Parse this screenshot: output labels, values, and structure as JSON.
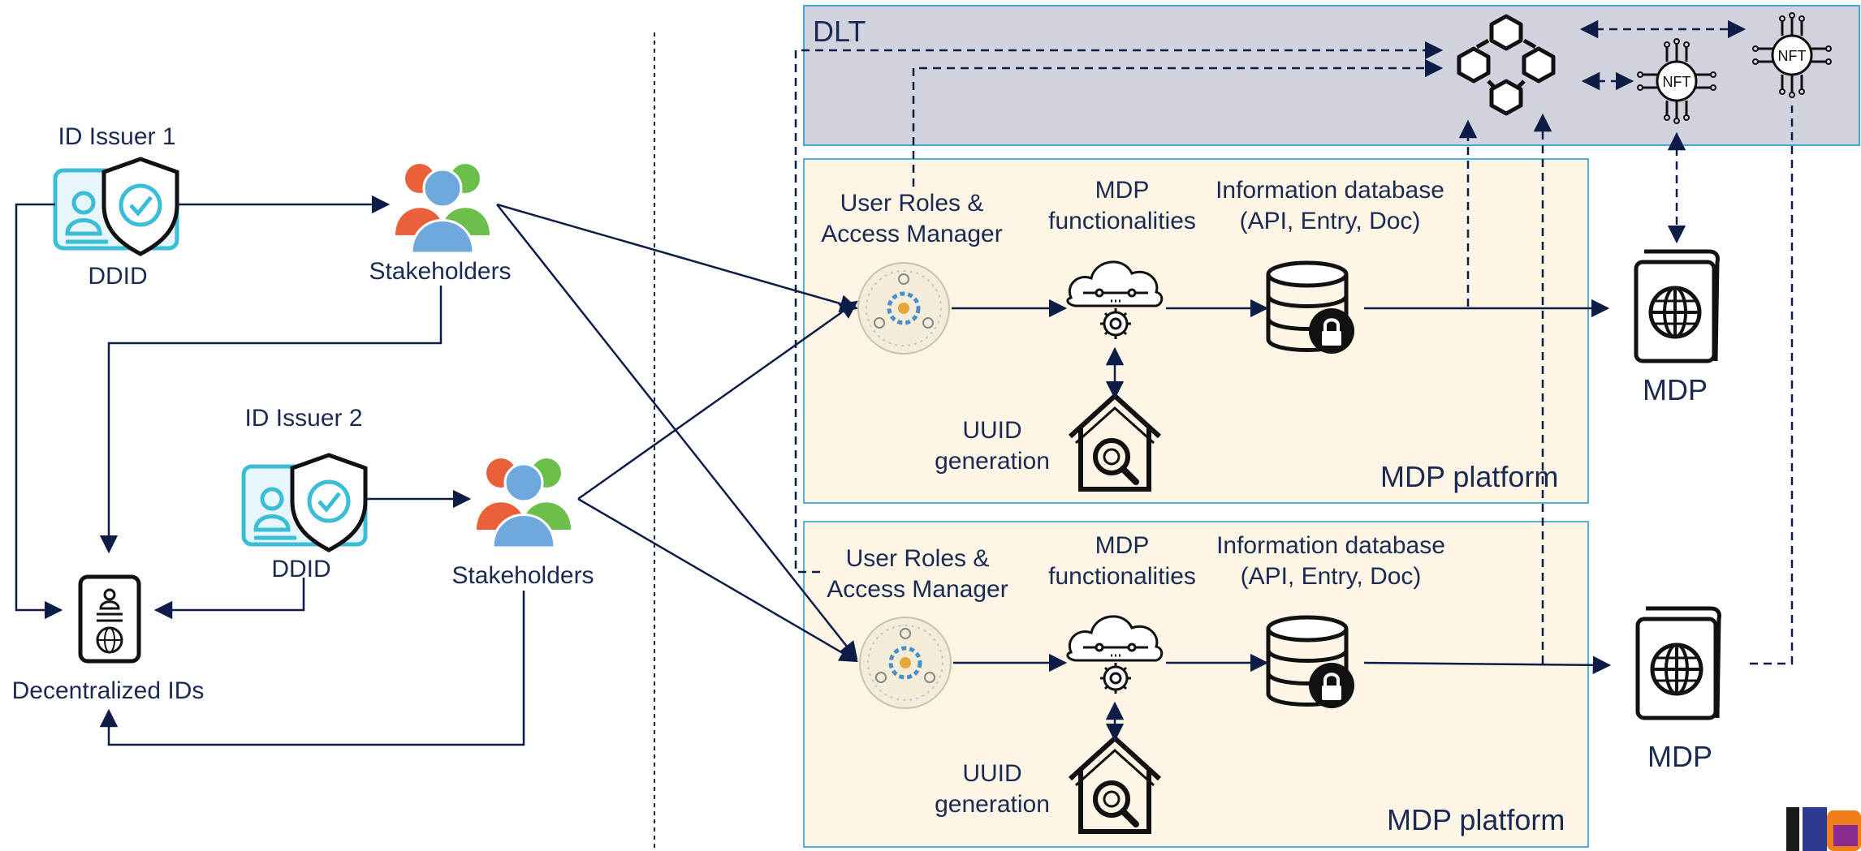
{
  "dlt_label": "DLT",
  "left": {
    "issuer1": {
      "title": "ID Issuer 1",
      "caption": "DDID"
    },
    "issuer2": {
      "title": "ID Issuer 2",
      "caption": "DDID"
    },
    "stakeholders1": "Stakeholders",
    "stakeholders2": "Stakeholders",
    "decentralized": "Decentralized IDs"
  },
  "platforms": [
    {
      "roles": [
        "User Roles &",
        "Access Manager"
      ],
      "functionalities": [
        "MDP",
        "functionalities"
      ],
      "database": [
        "Information database",
        "(API, Entry, Doc)"
      ],
      "uuid": [
        "UUID",
        "generation"
      ],
      "name": "MDP platform"
    },
    {
      "roles": [
        "User Roles &",
        "Access Manager"
      ],
      "functionalities": [
        "MDP",
        "functionalities"
      ],
      "database": [
        "Information database",
        "(API, Entry, Doc)"
      ],
      "uuid": [
        "UUID",
        "generation"
      ],
      "name": "MDP platform"
    }
  ],
  "mdp": [
    "MDP",
    "MDP"
  ],
  "nft_labels": [
    "NFT",
    "NFT"
  ],
  "colors": {
    "line": "#0d1d47",
    "dlt_fill": "#d0d3dd",
    "dlt_border": "#3ea9d8",
    "platform_fill": "#fdf5e5",
    "platform_border": "#4fb3e0",
    "id_card": "#3bbcd7",
    "person_orange": "#e9603a",
    "person_green": "#6dbf4b",
    "person_blue": "#6fa8dc"
  }
}
